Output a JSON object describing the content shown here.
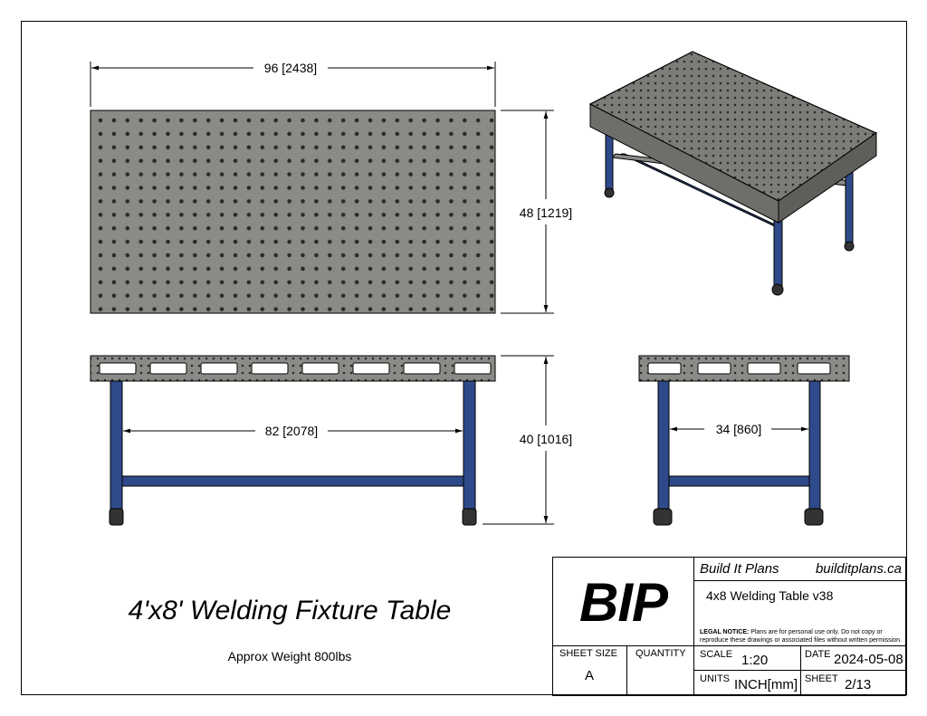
{
  "drawing": {
    "title": "4'x8' Welding Fixture Table",
    "weight": "Approx Weight 800lbs",
    "dimensions": {
      "top_length": "96 [2438]",
      "top_width": "48 [1219]",
      "leg_span_front": "82 [2078]",
      "height": "40 [1016]",
      "leg_span_side": "34 [860]"
    },
    "colors": {
      "table_top": "#8a8a86",
      "frame": "#2f4a8a",
      "line": "#000000"
    }
  },
  "title_block": {
    "logo": "BIP",
    "company": "Build It Plans",
    "website": "builditplans.ca",
    "part_name": "4x8 Welding Table v38",
    "legal_label": "LEGAL NOTICE:",
    "legal_text": "Plans are for personal use only. Do not copy or reproduce these drawings or associated files without written permission.",
    "sheet_size_label": "SHEET SIZE",
    "sheet_size": "A",
    "quantity_label": "QUANTITY",
    "quantity": "",
    "scale_label": "SCALE",
    "scale": "1:20",
    "date_label": "DATE",
    "date": "2024-05-08",
    "units_label": "UNITS",
    "units": "INCH[mm]",
    "sheet_label": "SHEET",
    "sheet": "2/13"
  }
}
